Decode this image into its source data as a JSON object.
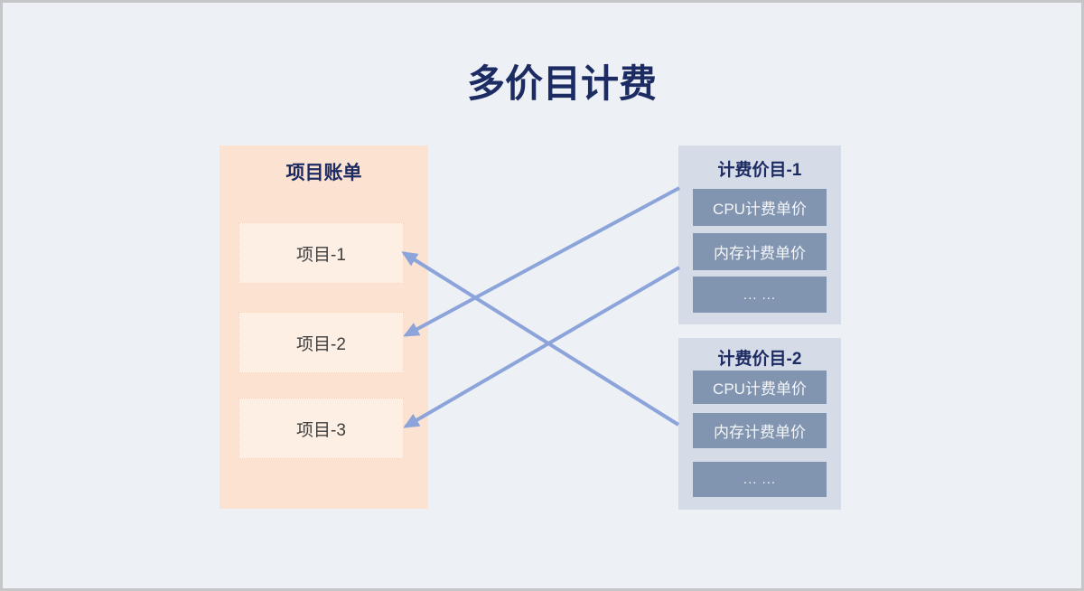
{
  "page": {
    "title": "多价目计费"
  },
  "bill_panel": {
    "title": "项目账单",
    "items": [
      "项目-1",
      "项目-2",
      "项目-3"
    ]
  },
  "price_lists": [
    {
      "title": "计费价目-1",
      "items": [
        "CPU计费单价",
        "内存计费单价",
        "... ..."
      ]
    },
    {
      "title": "计费价目-2",
      "items": [
        "CPU计费单价",
        "内存计费单价",
        "... ..."
      ]
    }
  ],
  "arrows": [
    {
      "from": "计费价目-1",
      "to": "项目-2"
    },
    {
      "from": "计费价目-1",
      "to": "项目-3"
    },
    {
      "from": "计费价目-2",
      "to": "项目-1"
    }
  ],
  "colors": {
    "background": "#EDF1F6",
    "frame_border": "#C5C6C8",
    "title_text": "#1D2B63",
    "bill_panel_bg": "#FCE3D1",
    "bill_item_bg": "#FDEFE4",
    "price_panel_bg": "#D5DBE7",
    "price_row_bg": "#8194B0",
    "arrow": "#8CA4DA"
  }
}
